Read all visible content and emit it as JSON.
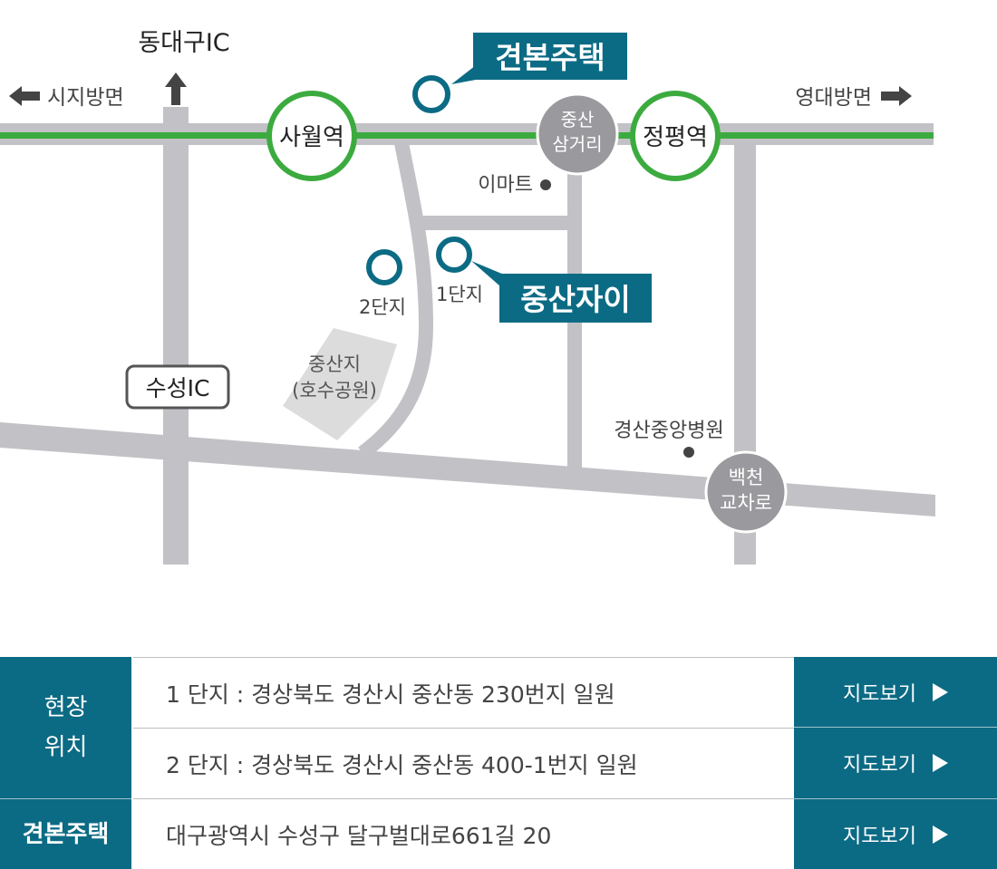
{
  "map": {
    "labels": {
      "donggu_ic": "동대구IC",
      "siji": "시지방면",
      "yeongdae": "영대방면",
      "sawol": "사월역",
      "jeongpyeong": "정평역",
      "jungsan_samgeori_1": "중산",
      "jungsan_samgeori_2": "삼거리",
      "emart": "이마트",
      "gyeonbon": "견본주택",
      "jungsan_xi": "중산자이",
      "danji1": "1단지",
      "danji2": "2단지",
      "suseong_ic": "수성IC",
      "jungsanji_1": "중산지",
      "jungsanji_2": "(호수공원)",
      "hospital": "경산중앙병원",
      "baekcheon_1": "백천",
      "baekcheon_2": "교차로"
    },
    "colors": {
      "road": "#c2c2c6",
      "subway": "#3cab3f",
      "brand": "#0c6b84",
      "hub": "#9a9a9e",
      "park": "#dcdcdc",
      "arrow": "#444444"
    }
  },
  "info": {
    "site_head_1": "현장",
    "site_head_2": "위치",
    "row1_addr": "1 단지 : 경상북도 경산시 중산동 230번지 일원",
    "row2_addr": "2 단지 : 경상북도 경산시 중산동 400-1번지 일원",
    "model_head": "견본주택",
    "row3_addr": "대구광역시 수성구 달구벌대로661길 20",
    "map_button": "지도보기"
  }
}
